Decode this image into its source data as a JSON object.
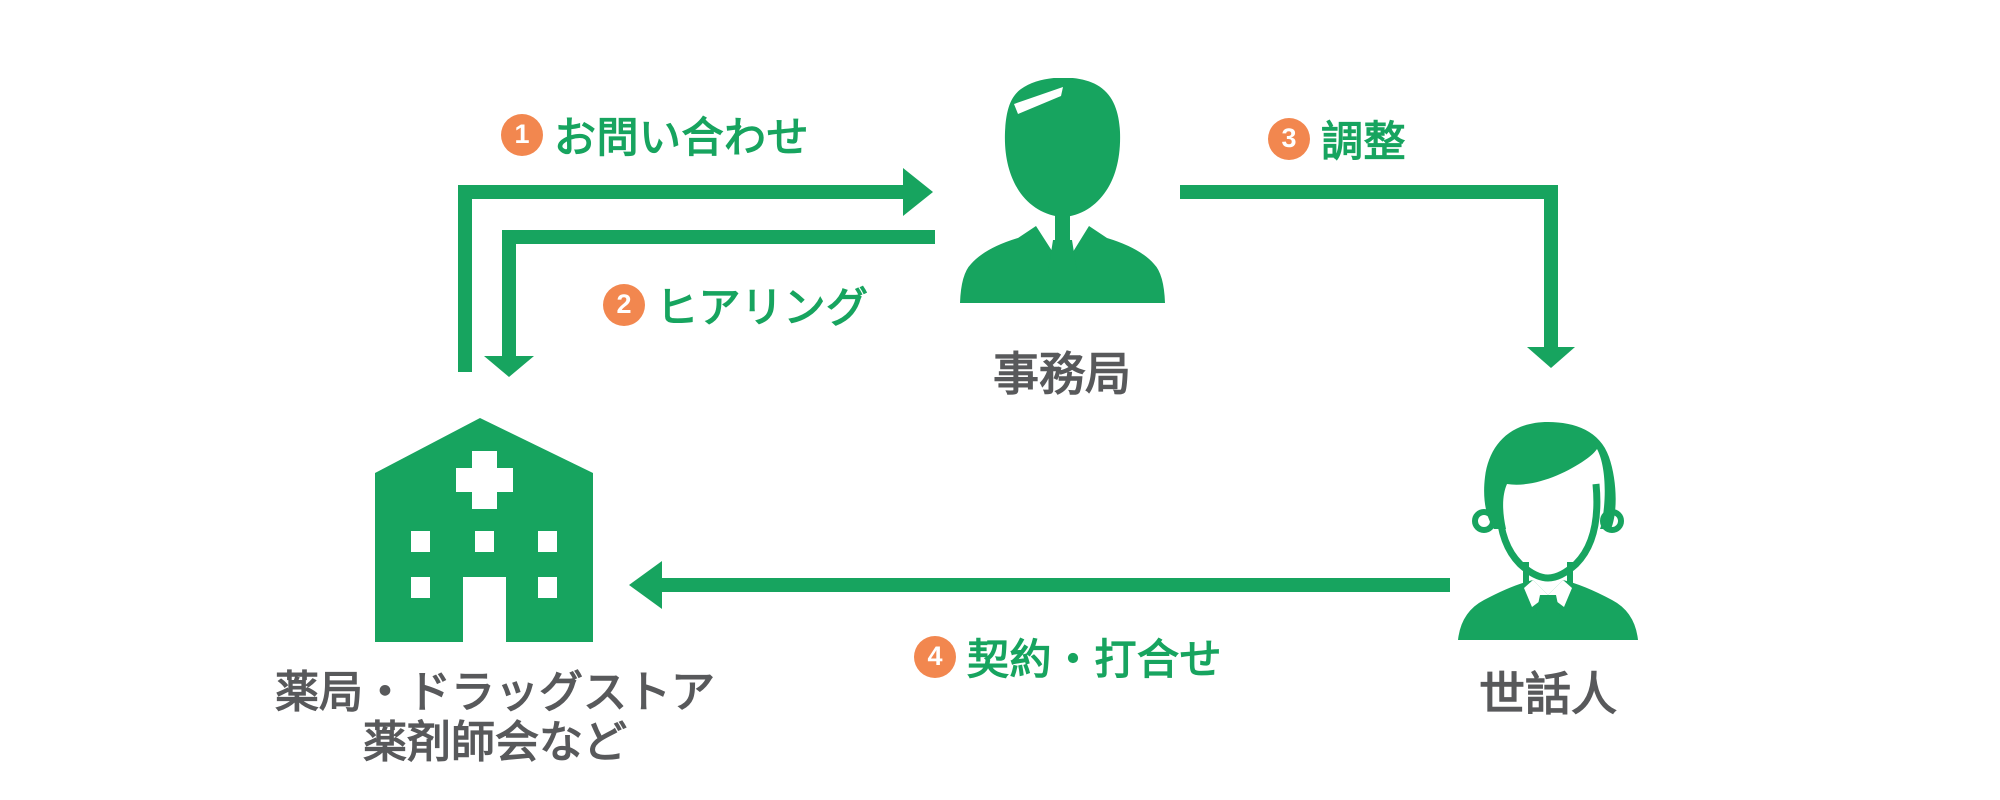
{
  "diagram": {
    "colors": {
      "green": "#17A45F",
      "orange": "#F2874F",
      "label_gray": "#58595B",
      "background": "#FFFFFF"
    },
    "nodes": {
      "office": {
        "label": "事務局",
        "icon": "businessman-icon"
      },
      "caretaker": {
        "label": "世話人",
        "icon": "young-man-icon"
      },
      "pharmacy": {
        "label_line1": "薬局・ドラッグストア",
        "label_line2": "薬剤師会など",
        "icon": "hospital-building-icon"
      }
    },
    "steps": [
      {
        "number": "1",
        "label": "お問い合わせ",
        "from": "pharmacy",
        "to": "office"
      },
      {
        "number": "2",
        "label": "ヒアリング",
        "from": "office",
        "to": "pharmacy"
      },
      {
        "number": "3",
        "label": "調整",
        "from": "office",
        "to": "caretaker"
      },
      {
        "number": "4",
        "label": "契約・打合せ",
        "from": "caretaker",
        "to": "pharmacy"
      }
    ]
  }
}
